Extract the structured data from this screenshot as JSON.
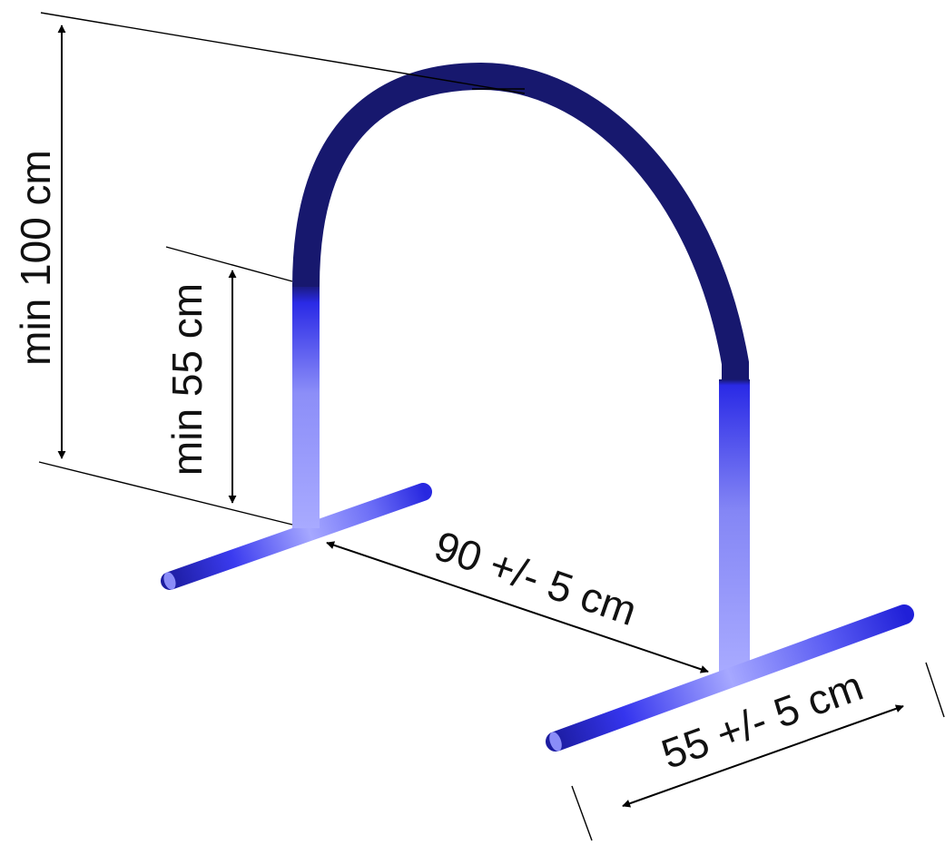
{
  "diagram": {
    "labels": {
      "total_height": "min 100 cm",
      "leg_height": "min 55 cm",
      "width_between_legs": "90 +/- 5 cm",
      "foot_length": "55 +/- 5 cm"
    },
    "colors": {
      "arch_dark": "#17186e",
      "gradient_mid": "#2a2ae6",
      "gradient_light": "#a6a8ff",
      "foot_dark": "#1e1e9c",
      "dimension_lines": "#000000"
    }
  }
}
